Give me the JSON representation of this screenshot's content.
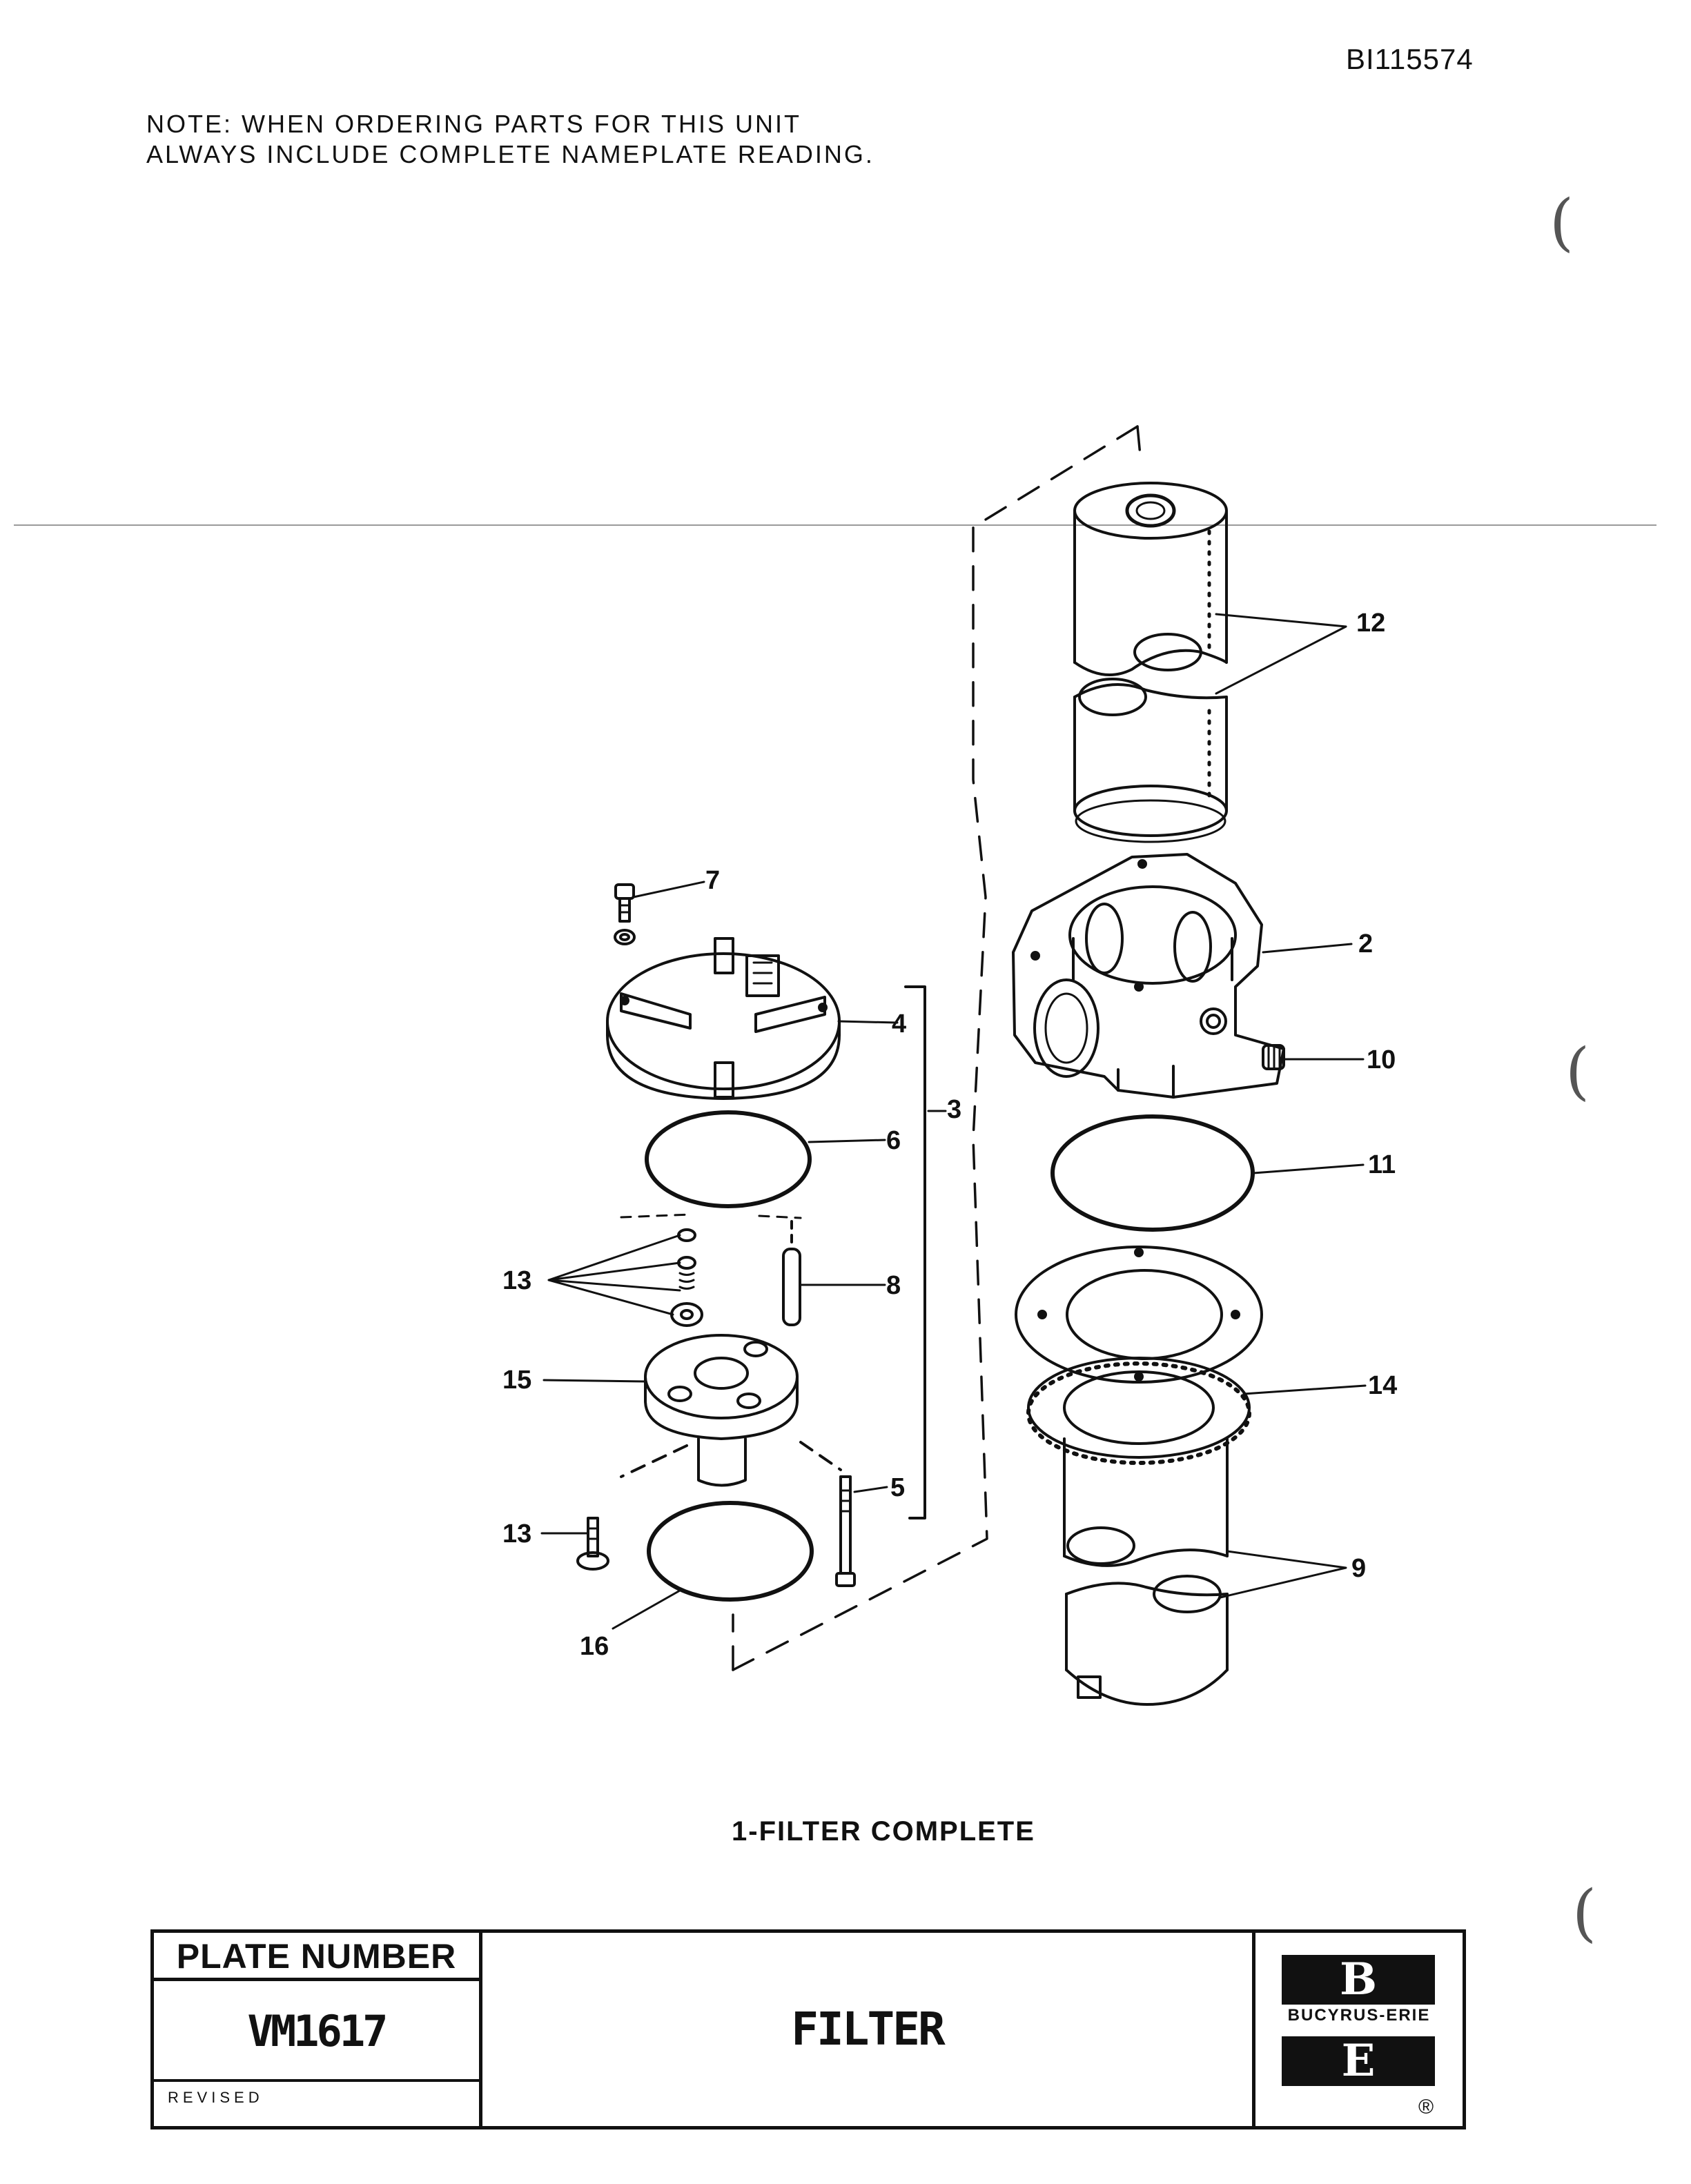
{
  "doc_id": "BI115574",
  "note": {
    "line1": "NOTE:  WHEN ORDERING PARTS FOR THIS UNIT",
    "line2": "ALWAYS INCLUDE COMPLETE NAMEPLATE READING."
  },
  "callouts": {
    "c1": "12",
    "c2": "7",
    "c3": "2",
    "c4": "4",
    "c5": "10",
    "c6": "3",
    "c7": "6",
    "c8": "11",
    "c9": "13",
    "c10": "8",
    "c11": "15",
    "c12": "14",
    "c13": "5",
    "c14": "13",
    "c15": "9",
    "c16": "16"
  },
  "caption": "1-FILTER COMPLETE",
  "title_block": {
    "plate_label": "PLATE NUMBER",
    "plate_number": "VM1617",
    "revised_label": "REVISED",
    "title": "FILTER",
    "logo_top": "B",
    "logo_name": "BUCYRUS-ERIE",
    "logo_bottom": "E",
    "logo_reg": "®"
  }
}
